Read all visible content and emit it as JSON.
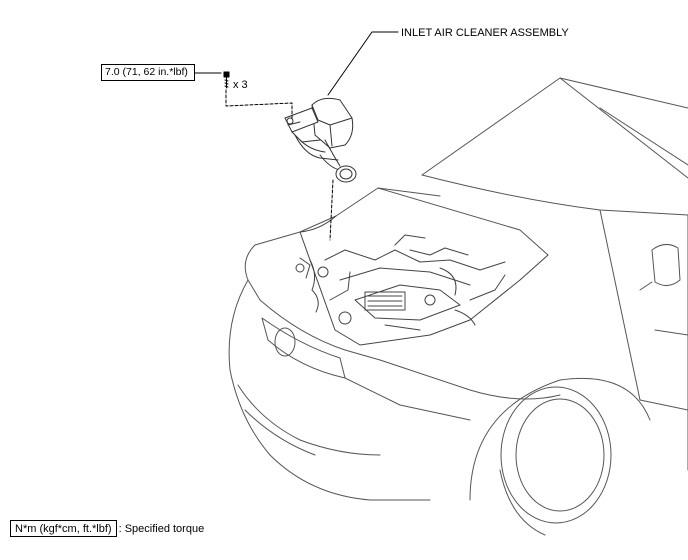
{
  "callouts": {
    "part_label": "INLET AIR CLEANER ASSEMBLY",
    "torque_value": "7.0 (71, 62 in.*lbf)",
    "bolt_quantity": "x 3"
  },
  "legend": {
    "torque_unit_box": "N*m (kgf*cm, ft.*lbf)",
    "torque_unit_description": ": Specified torque"
  }
}
